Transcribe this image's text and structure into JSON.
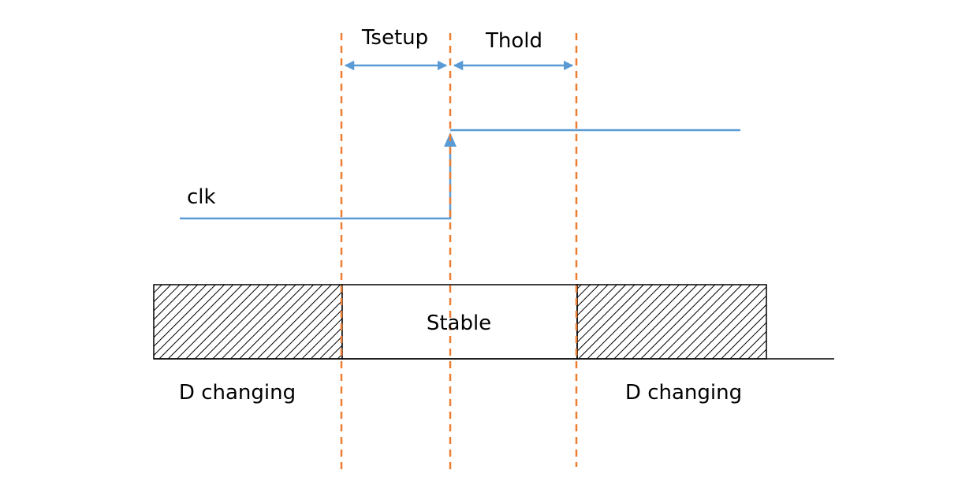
{
  "labels": {
    "tsetup": "Tsetup",
    "thold": "Thold",
    "clk": "clk",
    "stable": "Stable",
    "d_changing_left": "D changing",
    "d_changing_right": "D changing"
  },
  "colors": {
    "clock_signal": "#5b9bd5",
    "timing_arrow": "#5b9bd5",
    "guide_line": "#ed7d31",
    "outline": "#000000",
    "hatch": "#000000",
    "background": "#ffffff"
  }
}
